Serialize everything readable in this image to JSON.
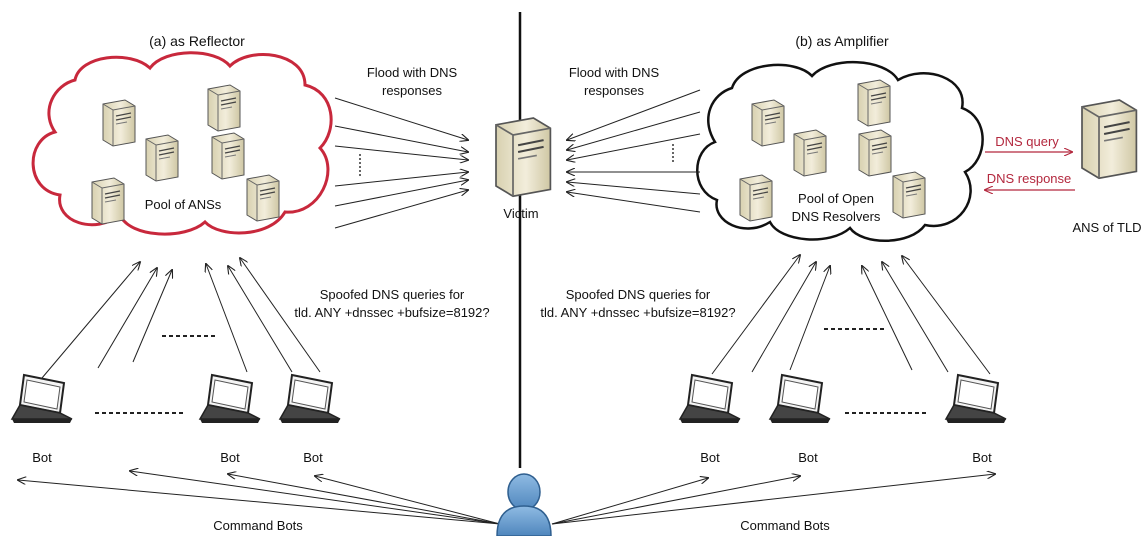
{
  "panels": {
    "reflector": {
      "title": "(a) as Reflector",
      "pool_label": "Pool of ANSs",
      "flood_label": [
        "Flood with DNS",
        "responses"
      ],
      "query_label": [
        "Spoofed DNS queries for",
        "tld. ANY +dnssec +bufsize=8192?"
      ],
      "bot_labels": [
        "Bot",
        "Bot",
        "Bot"
      ],
      "command_label": "Command Bots",
      "cloud_outline": "#c8283c"
    },
    "amplifier": {
      "title": "(b) as Amplifier",
      "pool_label": [
        "Pool of Open",
        "DNS Resolvers"
      ],
      "flood_label": [
        "Flood with DNS",
        "responses"
      ],
      "query_label": [
        "Spoofed DNS queries for",
        "tld. ANY +dnssec +bufsize=8192?"
      ],
      "bot_labels": [
        "Bot",
        "Bot",
        "Bot"
      ],
      "command_label": "Command Bots",
      "cloud_outline": "#111111",
      "tld": {
        "query_label": "DNS query",
        "response_label": "DNS response",
        "server_label": "ANS of TLD",
        "arrow_color": "#b3283e"
      }
    }
  },
  "victim_label": "Victim",
  "colors": {
    "server_body": "#ece7cf",
    "attacker_fill": "#6b9ccc",
    "attacker_stroke": "#2f5f8f"
  },
  "icons": [
    "server-icon",
    "laptop-icon",
    "attacker-person-icon"
  ]
}
